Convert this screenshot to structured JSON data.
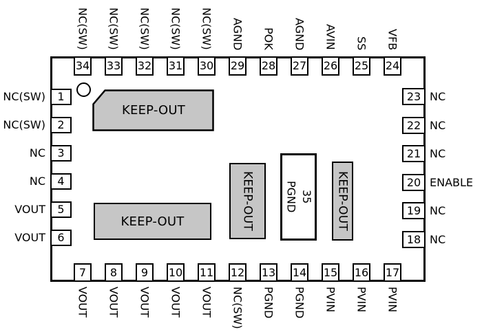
{
  "colors": {
    "keepout_fill": "#c6c6c6",
    "line": "#000000",
    "background": "#ffffff"
  },
  "pins": {
    "top": [
      {
        "num": "34",
        "label": "NC(SW)"
      },
      {
        "num": "33",
        "label": "NC(SW)"
      },
      {
        "num": "32",
        "label": "NC(SW)"
      },
      {
        "num": "31",
        "label": "NC(SW)"
      },
      {
        "num": "30",
        "label": "NC(SW)"
      },
      {
        "num": "29",
        "label": "AGND"
      },
      {
        "num": "28",
        "label": "POK"
      },
      {
        "num": "27",
        "label": "AGND"
      },
      {
        "num": "26",
        "label": "AVIN"
      },
      {
        "num": "25",
        "label": "SS"
      },
      {
        "num": "24",
        "label": "VFB"
      }
    ],
    "bottom": [
      {
        "num": "7",
        "label": "VOUT"
      },
      {
        "num": "8",
        "label": "VOUT"
      },
      {
        "num": "9",
        "label": "VOUT"
      },
      {
        "num": "10",
        "label": "VOUT"
      },
      {
        "num": "11",
        "label": "VOUT"
      },
      {
        "num": "12",
        "label": "NC(SW)"
      },
      {
        "num": "13",
        "label": "PGND"
      },
      {
        "num": "14",
        "label": "PGND"
      },
      {
        "num": "15",
        "label": "PVIN"
      },
      {
        "num": "16",
        "label": "PVIN"
      },
      {
        "num": "17",
        "label": "PVIN"
      }
    ],
    "left": [
      {
        "num": "1",
        "label": "NC(SW)"
      },
      {
        "num": "2",
        "label": "NC(SW)"
      },
      {
        "num": "3",
        "label": "NC"
      },
      {
        "num": "4",
        "label": "NC"
      },
      {
        "num": "5",
        "label": "VOUT"
      },
      {
        "num": "6",
        "label": "VOUT"
      }
    ],
    "right": [
      {
        "num": "23",
        "label": "NC"
      },
      {
        "num": "22",
        "label": "NC"
      },
      {
        "num": "21",
        "label": "NC"
      },
      {
        "num": "20",
        "label": "ENABLE"
      },
      {
        "num": "19",
        "label": "NC"
      },
      {
        "num": "18",
        "label": "NC"
      }
    ]
  },
  "regions": {
    "keepout_top": "KEEP-OUT",
    "keepout_lower_left": "KEEP-OUT",
    "keepout_mid_left": "KEEP-OUT",
    "keepout_mid_right": "KEEP-OUT",
    "center_pad": "35\nPGND"
  }
}
